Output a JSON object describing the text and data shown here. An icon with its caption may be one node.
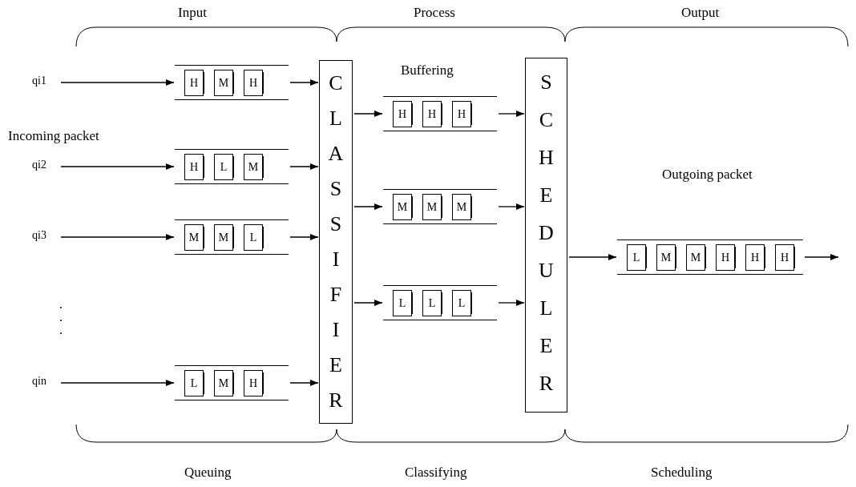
{
  "diagram": {
    "nodes": [
      {
        "text": [
          "qi1"
        ]
      },
      {
        "text": [],
        "shape": "queue"
      },
      {
        "text": [
          "H"
        ],
        "in": 1
      },
      {
        "text": [
          "M"
        ],
        "in": 1
      },
      {
        "text": [
          "H"
        ],
        "in": 1
      },
      {
        "text": [
          "qi2"
        ]
      },
      {
        "text": [],
        "shape": "queue"
      },
      {
        "text": [
          "H"
        ],
        "in": 6
      },
      {
        "text": [
          "L"
        ],
        "in": 6
      },
      {
        "text": [
          "M"
        ],
        "in": 6
      },
      {
        "text": [
          "qi3"
        ]
      },
      {
        "text": [],
        "shape": "queue"
      },
      {
        "text": [
          "M"
        ],
        "in": 11
      },
      {
        "text": [
          "M"
        ],
        "in": 11
      },
      {
        "text": [
          "L"
        ],
        "in": 11
      },
      {
        "text": [
          "qin"
        ]
      },
      {
        "text": [],
        "shape": "queue"
      },
      {
        "text": [
          "L"
        ],
        "in": 16
      },
      {
        "text": [
          "M"
        ],
        "in": 16
      },
      {
        "text": [
          "H"
        ],
        "in": 16
      },
      {
        "text": [
          "C L A S S I F I E R"
        ]
      },
      {
        "text": [],
        "shape": "queue"
      },
      {
        "text": [
          "H"
        ],
        "in": 21
      },
      {
        "text": [
          "H"
        ],
        "in": 21
      },
      {
        "text": [
          "H"
        ],
        "in": 21
      },
      {
        "text": [],
        "shape": "queue"
      },
      {
        "text": [
          "M"
        ],
        "in": 25
      },
      {
        "text": [
          "M"
        ],
        "in": 25
      },
      {
        "text": [
          "M"
        ],
        "in": 25
      },
      {
        "text": [],
        "shape": "queue"
      },
      {
        "text": [
          "L"
        ],
        "in": 29
      },
      {
        "text": [
          "L"
        ],
        "in": 29
      },
      {
        "text": [
          "L"
        ],
        "in": 29
      },
      {
        "text": [
          "S C H E D U L E R"
        ]
      },
      {
        "text": [],
        "shape": "queue"
      },
      {
        "text": [
          "L"
        ],
        "in": 34
      },
      {
        "text": [
          "M"
        ],
        "in": 34
      },
      {
        "text": [
          "M"
        ],
        "in": 34
      },
      {
        "text": [
          "H"
        ],
        "in": 34
      },
      {
        "text": [
          "H"
        ],
        "in": 34
      },
      {
        "text": [
          "H"
        ],
        "in": 34
      }
    ],
    "edges": [
      {
        "from": 0,
        "to": 1,
        "arrow": "to"
      },
      {
        "from": 1,
        "to": 20,
        "arrow": "to"
      },
      {
        "from": 5,
        "to": 6,
        "arrow": "to"
      },
      {
        "from": 6,
        "to": 20,
        "arrow": "to"
      },
      {
        "from": 10,
        "to": 11,
        "arrow": "to"
      },
      {
        "from": 11,
        "to": 20,
        "arrow": "to"
      },
      {
        "from": 15,
        "to": 16,
        "arrow": "to"
      },
      {
        "from": 16,
        "to": 20,
        "arrow": "to"
      },
      {
        "from": 20,
        "to": 21,
        "arrow": "to"
      },
      {
        "from": 21,
        "to": 33,
        "arrow": "to"
      },
      {
        "from": 20,
        "to": 25,
        "arrow": "to"
      },
      {
        "from": 25,
        "to": 33,
        "arrow": "to"
      },
      {
        "from": 20,
        "to": 29,
        "arrow": "to"
      },
      {
        "from": 29,
        "to": 33,
        "arrow": "to"
      },
      {
        "from": 33,
        "to": 34,
        "arrow": "to"
      },
      {
        "from": 34,
        "to": null,
        "arrow": "to"
      }
    ],
    "labels": [
      "Input",
      "Process",
      "Output",
      "Buffering",
      "Incoming packet",
      "Outgoing packet",
      ". . .",
      "Queuing",
      "Classifying",
      "Scheduling"
    ]
  }
}
